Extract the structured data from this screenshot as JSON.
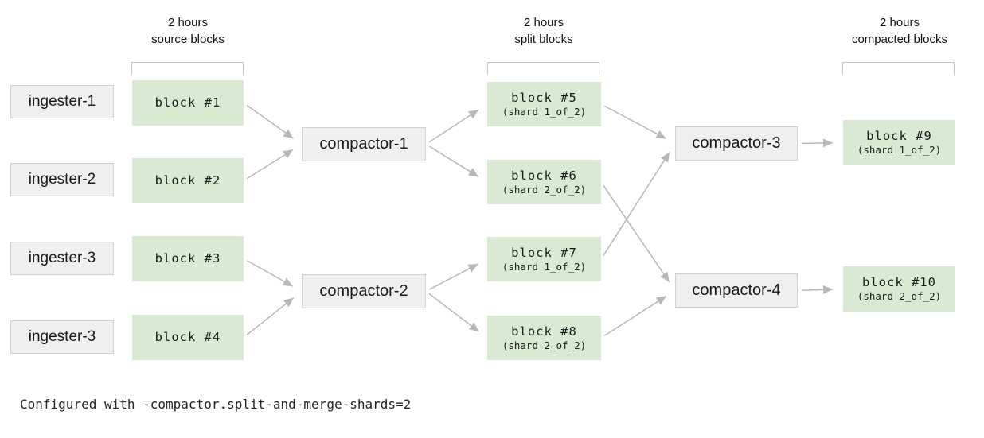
{
  "headers": {
    "source": "2 hours\nsource blocks",
    "split": "2 hours\nsplit blocks",
    "compacted": "2 hours\ncompacted blocks"
  },
  "ingesters": [
    {
      "label": "ingester-1"
    },
    {
      "label": "ingester-2"
    },
    {
      "label": "ingester-3"
    },
    {
      "label": "ingester-3"
    }
  ],
  "source_blocks": [
    {
      "label": "block #1"
    },
    {
      "label": "block #2"
    },
    {
      "label": "block #3"
    },
    {
      "label": "block #4"
    }
  ],
  "compactors": [
    {
      "label": "compactor-1"
    },
    {
      "label": "compactor-2"
    },
    {
      "label": "compactor-3"
    },
    {
      "label": "compactor-4"
    }
  ],
  "split_blocks": [
    {
      "label": "block #5",
      "shard": "(shard 1_of_2)"
    },
    {
      "label": "block #6",
      "shard": "(shard 2_of_2)"
    },
    {
      "label": "block #7",
      "shard": "(shard 1_of_2)"
    },
    {
      "label": "block #8",
      "shard": "(shard 2_of_2)"
    }
  ],
  "compacted_blocks": [
    {
      "label": "block #9",
      "shard": "(shard 1_of_2)"
    },
    {
      "label": "block #10",
      "shard": "(shard 2_of_2)"
    }
  ],
  "edges": [
    {
      "from": "block-1",
      "to": "compactor-1"
    },
    {
      "from": "block-2",
      "to": "compactor-1"
    },
    {
      "from": "block-3",
      "to": "compactor-2"
    },
    {
      "from": "block-4",
      "to": "compactor-2"
    },
    {
      "from": "compactor-1",
      "to": "block-5"
    },
    {
      "from": "compactor-1",
      "to": "block-6"
    },
    {
      "from": "compactor-2",
      "to": "block-7"
    },
    {
      "from": "compactor-2",
      "to": "block-8"
    },
    {
      "from": "block-5",
      "to": "compactor-3"
    },
    {
      "from": "block-7",
      "to": "compactor-3"
    },
    {
      "from": "block-6",
      "to": "compactor-4"
    },
    {
      "from": "block-8",
      "to": "compactor-4"
    },
    {
      "from": "compactor-3",
      "to": "block-9"
    },
    {
      "from": "compactor-4",
      "to": "block-10"
    }
  ],
  "caption": "Configured with -compactor.split-and-merge-shards=2",
  "colors": {
    "block_green": "#d9ead3",
    "node_gray": "#efefef",
    "node_border": "#cfcfcf",
    "arrow_gray": "#b7b7b7",
    "bracket_gray": "#c4c4c4"
  }
}
